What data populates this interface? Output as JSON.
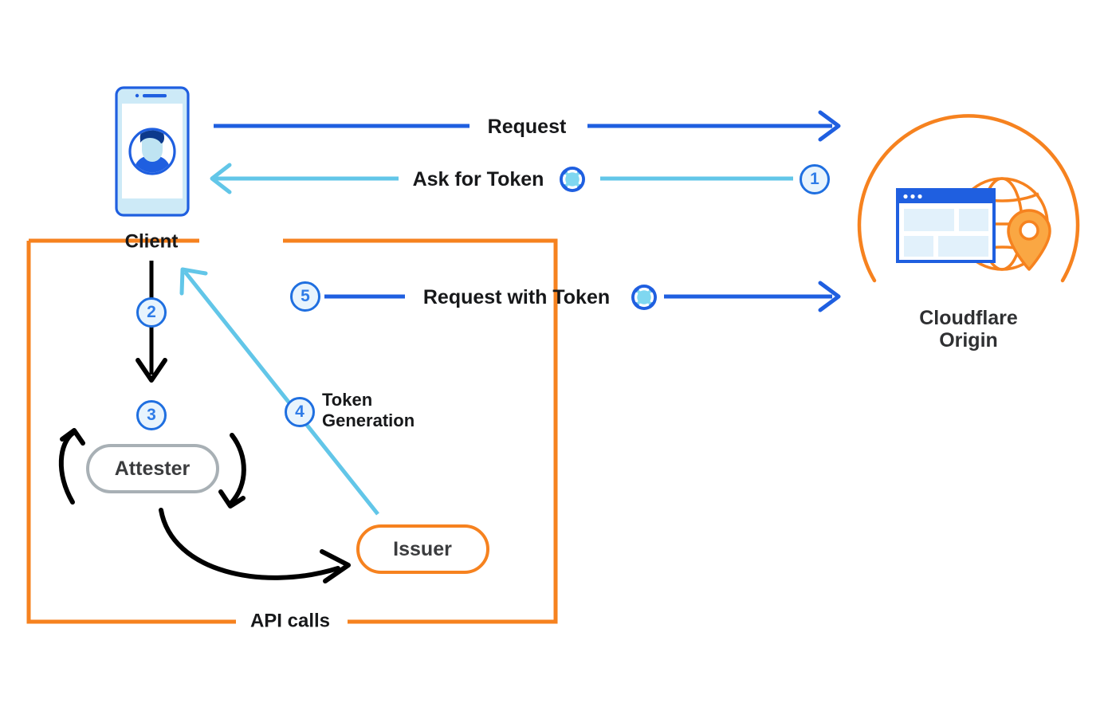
{
  "diagram": {
    "title": "Privacy Pass token flow between Client, Attester, Issuer and Cloudflare Origin",
    "colors": {
      "blue": "#1f5fe0",
      "blue_dark": "#1a52d8",
      "cyan": "#62c6e8",
      "orange": "#f6821f",
      "black": "#000000",
      "gray": "#a8b0b5",
      "badge_fill": "#e8f4fd",
      "badge_border": "#1f6fe0",
      "badge_text": "#2f7ce8",
      "text": "#17181a",
      "phone_body": "#cdeaf7",
      "screen": "#ffffff"
    }
  },
  "nodes": {
    "client": {
      "label": "Client",
      "icon": "mobile-phone-user-icon"
    },
    "attester": {
      "label": "Attester"
    },
    "issuer": {
      "label": "Issuer"
    },
    "origin": {
      "label": "Cloudflare\nOrigin",
      "icon": "browser-globe-pin-icon"
    },
    "group": {
      "top_label": "Client",
      "bottom_label": "API calls"
    }
  },
  "flows": [
    {
      "step": null,
      "label": "Request",
      "color": "blue",
      "direction": "client-to-origin"
    },
    {
      "step": "1",
      "label": "Ask for Token",
      "color": "cyan",
      "direction": "origin-to-client",
      "token_icon": "token-icon"
    },
    {
      "step": "2",
      "label": "",
      "color": "black",
      "direction": "client-to-attester"
    },
    {
      "step": "3",
      "label": "",
      "color": "black",
      "direction": "attestation-loop"
    },
    {
      "step": "4",
      "label": "Token\nGeneration",
      "color": "cyan",
      "direction": "issuer-to-client"
    },
    {
      "step": "5",
      "label": "Request with Token",
      "color": "blue",
      "direction": "client-to-origin",
      "token_icon": "token-icon"
    }
  ],
  "labels": {
    "request": "Request",
    "ask_for_token": "Ask for Token",
    "request_with_token": "Request with Token",
    "token_generation": "Token\nGeneration",
    "client": "Client",
    "api_calls": "API calls",
    "attester": "Attester",
    "issuer": "Issuer",
    "cloudflare_origin": "Cloudflare\nOrigin"
  },
  "badges": {
    "b1": "1",
    "b2": "2",
    "b3": "3",
    "b4": "4",
    "b5": "5"
  }
}
